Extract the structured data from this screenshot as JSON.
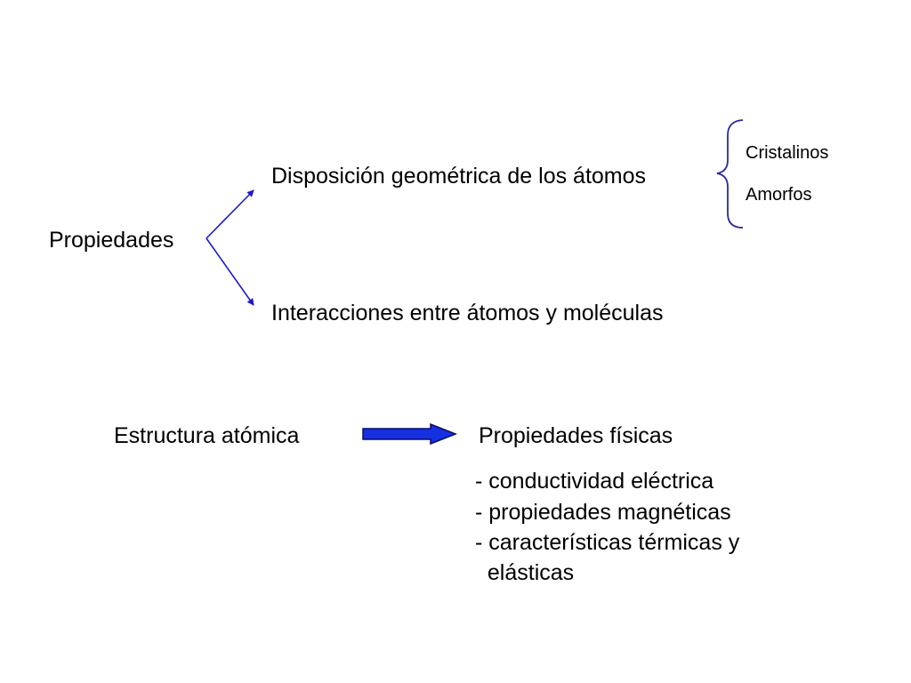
{
  "colors": {
    "connector": "#1a1acc",
    "bracket": "#2a2a9e",
    "big_arrow_fill": "#1530e0",
    "big_arrow_stroke": "#0a0a6a"
  },
  "diagram": {
    "root": "Propiedades",
    "branch_top": "Disposición geométrica de los átomos",
    "branch_bottom": "Interacciones entre átomos y moléculas",
    "sub_top": "Cristalinos",
    "sub_bottom": "Amorfos"
  },
  "relation": {
    "source": "Estructura atómica",
    "target": "Propiedades físicas",
    "items": [
      "- conductividad eléctrica",
      "- propiedades magnéticas",
      "- características térmicas y",
      "  elásticas"
    ]
  }
}
